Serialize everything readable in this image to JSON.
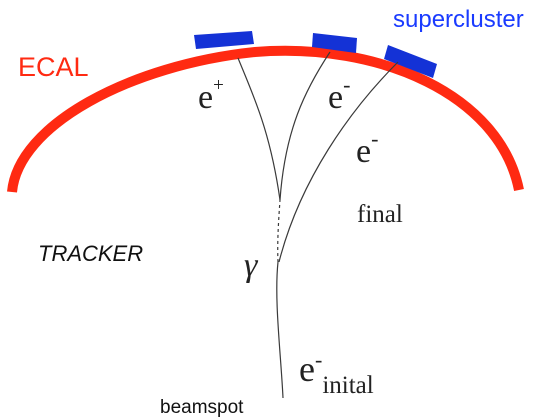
{
  "labels": {
    "ecal": "ECAL",
    "supercluster": "supercluster",
    "tracker": "TRACKER",
    "beamspot": "beamspot",
    "positron": "e",
    "positron_charge": "+",
    "electron_1": "e",
    "electron_1_charge": "-",
    "electron_2": "e",
    "electron_2_charge": "-",
    "final": "final",
    "photon": "γ",
    "electron_initial": "e",
    "electron_initial_charge": "-",
    "initial": "inital"
  },
  "colors": {
    "ecal": "#ff2a12",
    "supercluster": "#1432d6",
    "supercluster_text": "#1a3bff",
    "track": "#3a3a3a",
    "text": "#111111"
  }
}
